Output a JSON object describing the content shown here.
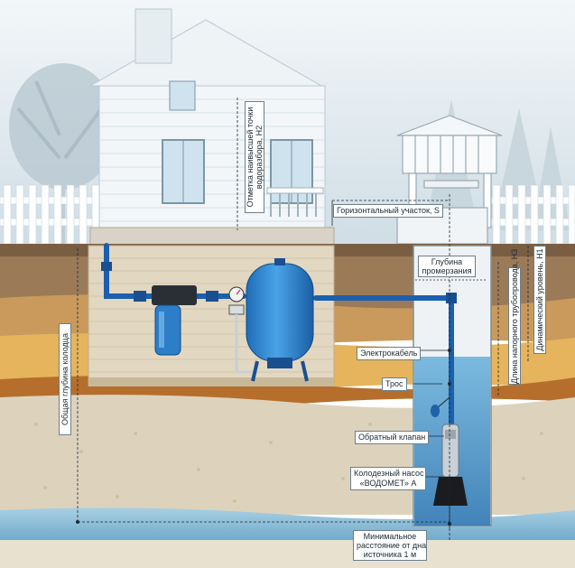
{
  "labels": {
    "horizontal_section": "Горизонтальный участок, S",
    "freezing_depth": "Глубина промерзания",
    "electric_cable": "Электрокабель",
    "cable_rope": "Трос",
    "check_valve": "Обратный клапан",
    "pump_line1": "Колодезный насос",
    "pump_line2": "«ВОДОМЕТ» А",
    "min_distance_line1": "Минимальное",
    "min_distance_line2": "расстояние от дна",
    "min_distance_line3": "источника 1 м",
    "highest_point_line1": "Отметка наивысшей точки",
    "highest_point_line2": "водоразбора, Н2",
    "total_well_depth": "Общая глубина колодца",
    "pressure_pipe_length": "Длина напорного трубопровода, Н3",
    "dynamic_level": "Динамический уровень, Н1"
  },
  "colors": {
    "sky": "#dfe9ee",
    "ground_top": "#8a6a4c",
    "soil_light": "#d9c7a3",
    "soil_orange": "#d89a4a",
    "water": "#3f8fc4",
    "pipe": "#1b5fae",
    "tank": "#2d86d0",
    "brick": "#ddd0b8"
  },
  "icons": [
    "house-icon",
    "well-gazebo-icon",
    "tree-icon",
    "fence-icon",
    "pressure-tank-icon",
    "filter-icon",
    "submersible-pump-icon",
    "pressure-gauge-icon",
    "float-switch-icon"
  ]
}
